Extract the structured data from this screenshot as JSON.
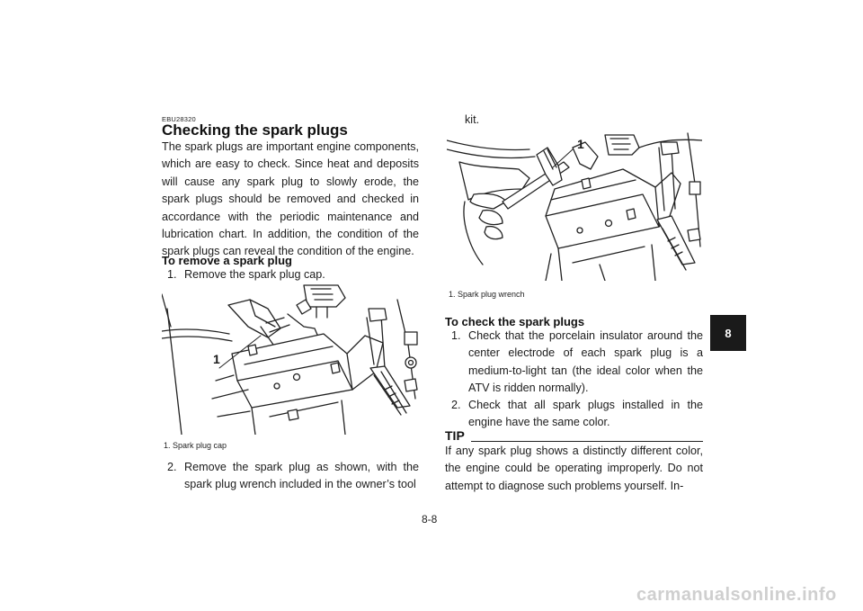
{
  "left": {
    "code": "EBU28320",
    "title": "Checking the spark plugs",
    "intro": "The spark plugs are important engine components, which are easy to check. Since heat and deposits will cause any spark plug to slowly erode, the spark plugs should be removed and checked in accordance with the periodic maintenance and lubrication chart. In addition, the condition of the spark plugs can reveal the condition of the engine.",
    "remove_heading": "To remove a spark plug",
    "step1_num": "1.",
    "step1_text": "Remove the spark plug cap.",
    "fig1_callout": "1",
    "fig1_caption": "1.  Spark plug cap",
    "step2_num": "2.",
    "step2_text": "Remove the spark plug as shown, with the spark plug wrench included in the owner’s tool"
  },
  "right": {
    "step2_cont": "kit.",
    "fig2_callout": "1",
    "fig2_caption": "1.  Spark plug wrench",
    "check_heading": "To check the spark plugs",
    "c1_num": "1.",
    "c1_text": "Check that the porcelain insulator around the center electrode of each spark plug is a medium-to-light tan (the ideal color when the ATV is ridden normally).",
    "c2_num": "2.",
    "c2_text": "Check that all spark plugs installed in the engine have the same color.",
    "tip_label": "TIP",
    "tip_text": "If any spark plug shows a distinctly different color, the engine could be operating improperly. Do not attempt to diagnose such problems yourself. In-"
  },
  "chapter_tab": "8",
  "page_number": "8-8",
  "watermark": "carmanualsonline.info"
}
